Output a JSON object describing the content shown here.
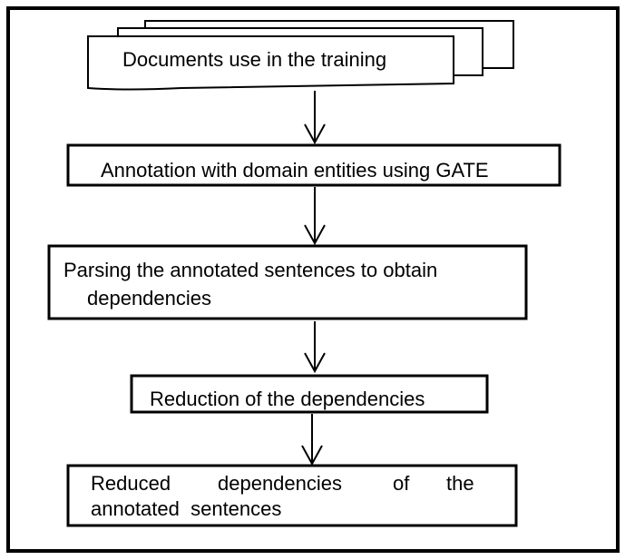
{
  "diagram": {
    "steps": [
      {
        "id": "documents",
        "text": "Documents use in the training"
      },
      {
        "id": "annotation",
        "text": "Annotation with domain entities using GATE"
      },
      {
        "id": "parsing",
        "text_line1": "Parsing the annotated sentences to obtain",
        "text_line2": "dependencies"
      },
      {
        "id": "reduction",
        "text": "Reduction of the dependencies"
      },
      {
        "id": "reduced",
        "words_line1": [
          "Reduced",
          "dependencies",
          "of",
          "the"
        ],
        "text_line2": "annotated  sentences"
      }
    ]
  }
}
